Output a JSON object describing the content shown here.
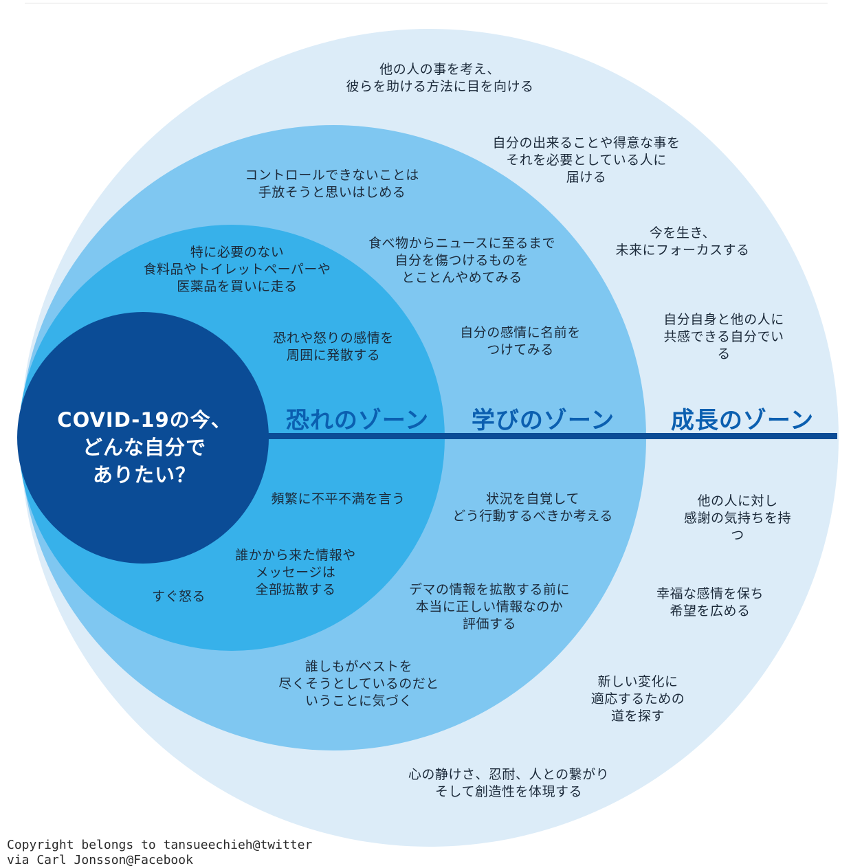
{
  "colors": {
    "outer": "#dcecf8",
    "learning": "#7fc7f1",
    "fear": "#37b1ea",
    "center": "#0b4c96",
    "axis": "#0b4c96",
    "fear_zone_text": "#0b5fb0",
    "learning_zone_text": "#0b5fb0",
    "growth_zone_text": "#0b5fb0"
  },
  "center": {
    "title": "COVID-19の今、\nどんな自分で\nありたい？"
  },
  "zones": {
    "fear": "恐れのゾーン",
    "learning": "学びのゾーン",
    "growth": "成長のゾーン"
  },
  "fear_zone": [
    "特に必要のない\n食料品やトイレットペーパーや\n医薬品を買いに走る",
    "恐れや怒りの感情を\n周囲に発散する",
    "頻繁に不平不満を言う",
    "誰かから来た情報や\nメッセージは\n全部拡散する",
    "すぐ怒る"
  ],
  "learning_zone": [
    "コントロールできないことは\n手放そうと思いはじめる",
    "食べ物からニュースに至るまで\n自分を傷つけるものを\nとことんやめてみる",
    "自分の感情に名前を\nつけてみる",
    "状況を自覚して\nどう行動するべきか考える",
    "デマの情報を拡散する前に\n本当に正しい情報なのか\n評価する",
    "誰しもがベストを\n尽くそうとしているのだと\nいうことに気づく"
  ],
  "growth_zone": [
    "他の人の事を考え、\n彼らを助ける方法に目を向ける",
    "自分の出来ることや得意な事を\nそれを必要としている人に\n届ける",
    "今を生き、\n未来にフォーカスする",
    "自分自身と他の人に\n共感できる自分でいる",
    "他の人に対し\n感謝の気持ちを持つ",
    "幸福な感情を保ち\n希望を広める",
    "新しい変化に\n適応するための\n道を探す",
    "心の静けさ、忍耐、人との繋がり\nそして創造性を体現する"
  ],
  "copyright": "Copyright belongs to tansueechieh@twitter\nvia Carl Jonsson@Facebook"
}
